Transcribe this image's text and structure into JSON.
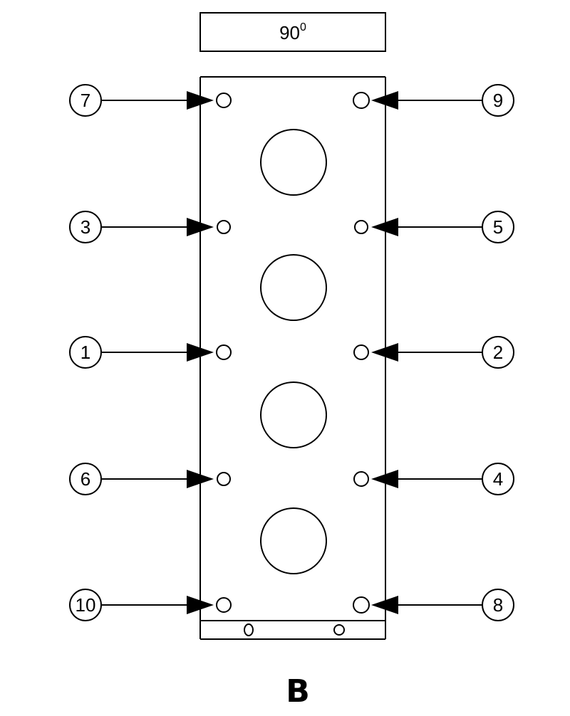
{
  "angle_box": {
    "value": "90",
    "unit": "0"
  },
  "caption": "B",
  "callouts": [
    {
      "label": "7"
    },
    {
      "label": "3"
    },
    {
      "label": "1"
    },
    {
      "label": "6"
    },
    {
      "label": "10"
    },
    {
      "label": "9"
    },
    {
      "label": "5"
    },
    {
      "label": "2"
    },
    {
      "label": "4"
    },
    {
      "label": "8"
    }
  ]
}
